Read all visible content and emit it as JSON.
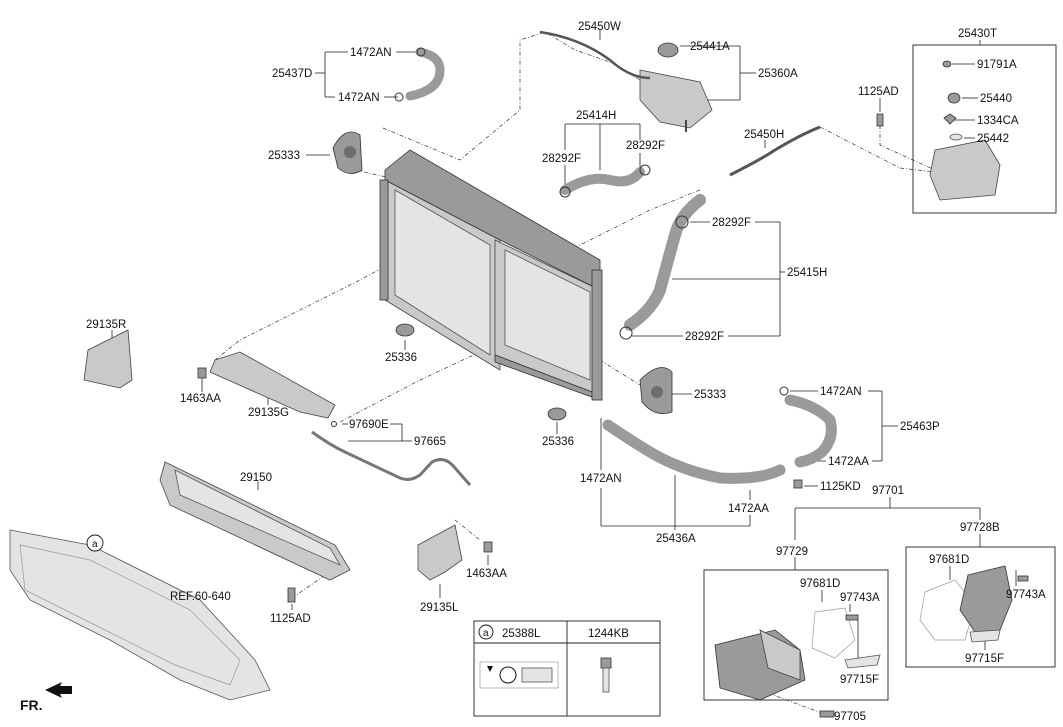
{
  "labels": {
    "p25450W": "25450W",
    "p25441A": "25441A",
    "p25360A": "25360A",
    "p1472AN_a": "1472AN",
    "p25437D": "25437D",
    "p1472AN_b": "1472AN",
    "p25430T": "25430T",
    "p91791A": "91791A",
    "p25440": "25440",
    "p1334CA": "1334CA",
    "p25442": "25442",
    "p1125AD_a": "1125AD",
    "p25414H": "25414H",
    "p28292F_a": "28292F",
    "p28292F_b": "28292F",
    "p25450H": "25450H",
    "p25333_a": "25333",
    "p28292F_c": "28292F",
    "p25415H": "25415H",
    "p28292F_d": "28292F",
    "p29135R": "29135R",
    "p25336_a": "25336",
    "p1463AA_a": "1463AA",
    "p29135G": "29135G",
    "p25333_b": "25333",
    "p1472AN_c": "1472AN",
    "p25463P": "25463P",
    "p97690E": "97690E",
    "p97665": "97665",
    "p25336_b": "25336",
    "p1472AA_a": "1472AA",
    "p29150": "29150",
    "p1472AN_d": "1472AN",
    "p1125KD": "1125KD",
    "p1472AA_b": "1472AA",
    "p97701": "97701",
    "p25436A": "25436A",
    "p97728B": "97728B",
    "p97729": "97729",
    "p97681D_a": "97681D",
    "p97743A_a": "97743A",
    "p97715F_a": "97715F",
    "p97681D_b": "97681D",
    "p97743A_b": "97743A",
    "p97715F_b": "97715F",
    "p97705": "97705",
    "pREF": "REF.60-640",
    "p1463AA_b": "1463AA",
    "p1125AD_b": "1125AD",
    "p29135L": "29135L",
    "pFR": "FR.",
    "pCircleA": "a"
  },
  "legend": {
    "circle": "a",
    "col1": "25388L",
    "col2": "1244KB"
  }
}
